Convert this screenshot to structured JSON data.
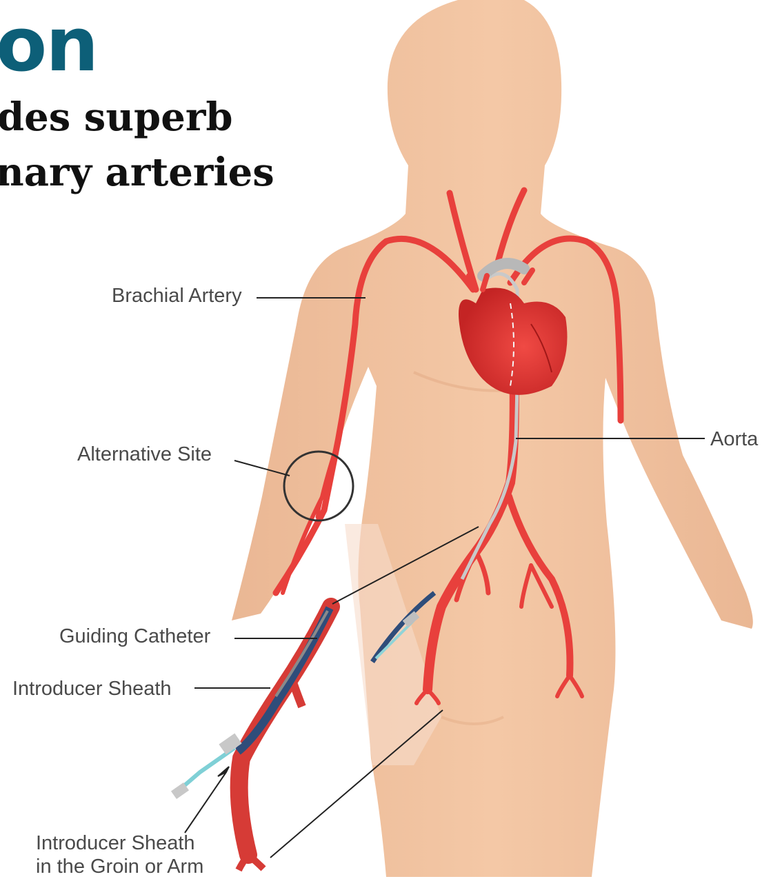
{
  "slide": {
    "title_fragment": "on",
    "subtitle_line1": "des superb",
    "subtitle_line2": "nary arteries"
  },
  "diagram": {
    "labels": {
      "brachial_artery": "Brachial Artery",
      "alternative_site": "Alternative Site",
      "aorta": "Aorta",
      "guiding_catheter": "Guiding Catheter",
      "introducer_sheath": "Introducer Sheath",
      "introducer_sheath_site_line1": "Introducer Sheath",
      "introducer_sheath_site_line2": "in the Groin or Arm"
    },
    "colors": {
      "skin": "#f2c3a0",
      "artery": "#e8403c",
      "artery_dark": "#b82222",
      "catheter": "#c9c9c9",
      "sheath": "#2f4d7a",
      "title": "#0d5f78"
    }
  }
}
